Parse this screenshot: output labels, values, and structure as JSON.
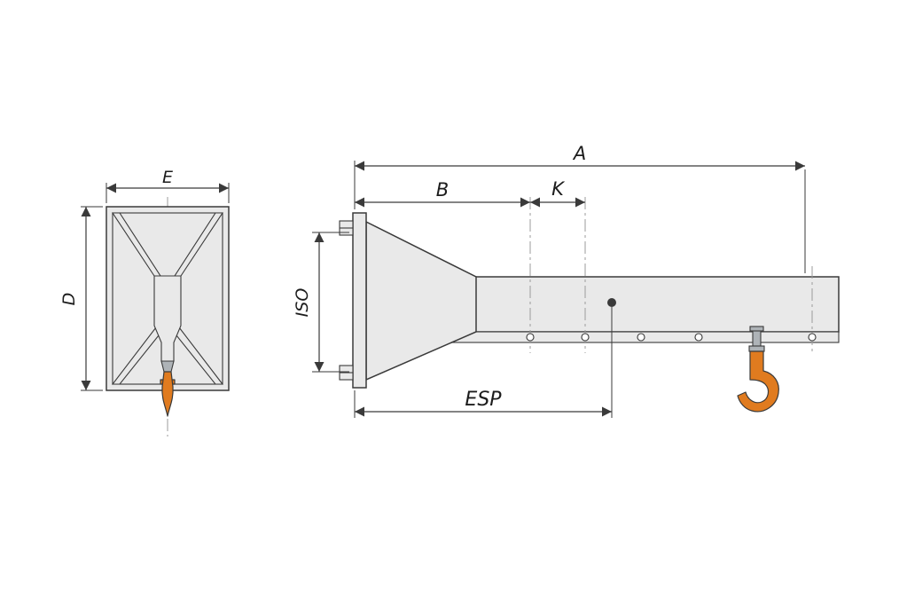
{
  "drawing_type": "crane-jib-technical-drawing",
  "labels": {
    "A": "A",
    "B": "B",
    "K": "K",
    "E": "E",
    "D": "D",
    "ISO": "ISO",
    "ESP": "ESP"
  },
  "colors": {
    "background": "#ffffff",
    "line_dark": "#3a3a3a",
    "part_fill": "#e9e9e9",
    "centerline_gray": "#9b9b9b",
    "hook_orange": "#e07b1f",
    "metal_gray": "#aeb3b7",
    "label_color": "#1c1c1c"
  }
}
